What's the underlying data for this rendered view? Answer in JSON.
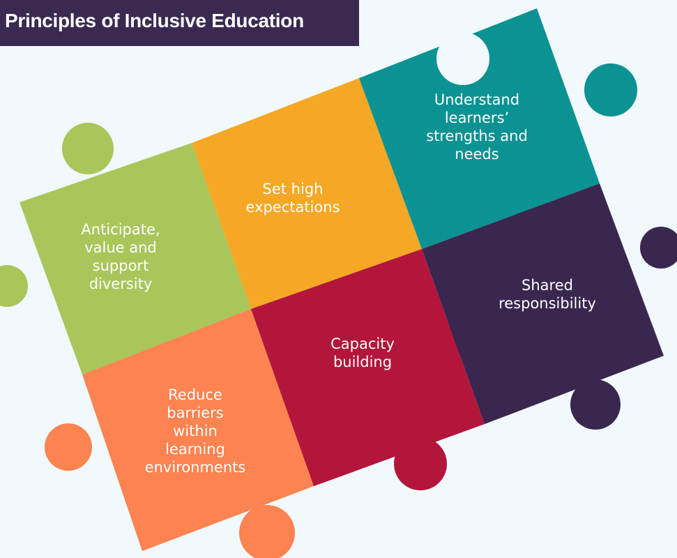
{
  "title": "Principles of Inclusive Education",
  "colors": {
    "banner": "#3a2a52",
    "background": "#f2f9fc",
    "green": "#a8c65a",
    "yellow": "#f4a825",
    "teal": "#0b9293",
    "orange": "#fd8350",
    "crimson": "#b3163a",
    "purple": "#392750"
  },
  "pieces": [
    {
      "id": "green",
      "color": "green",
      "lines": [
        "Anticipate,",
        "value and",
        "support",
        "diversity"
      ]
    },
    {
      "id": "yellow",
      "color": "yellow",
      "lines": [
        "Set high",
        "expectations"
      ]
    },
    {
      "id": "teal",
      "color": "teal",
      "lines": [
        "Understand",
        "learners’",
        "strengths and",
        "needs"
      ]
    },
    {
      "id": "orange",
      "color": "orange",
      "lines": [
        "Reduce",
        "barriers",
        "within",
        "learning",
        "environments"
      ]
    },
    {
      "id": "crimson",
      "color": "crimson",
      "lines": [
        "Capacity",
        "building"
      ]
    },
    {
      "id": "purple",
      "color": "purple",
      "lines": [
        "Shared",
        "responsibility"
      ]
    }
  ]
}
